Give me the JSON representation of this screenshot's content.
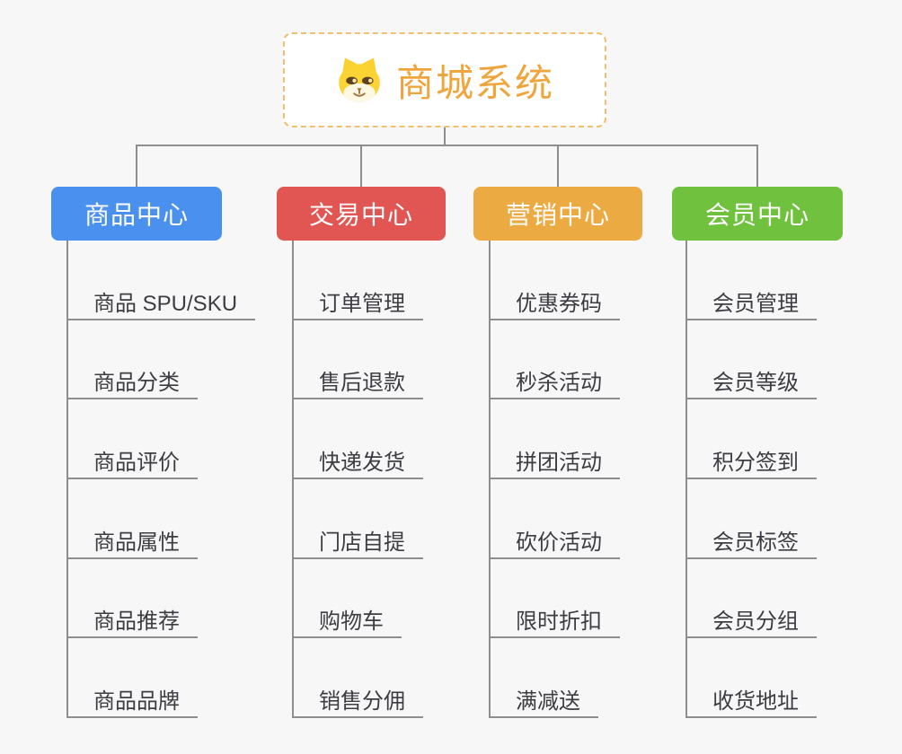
{
  "app": {
    "background_color": "#f7f7f7",
    "connector_color": "#8e8e8e"
  },
  "root": {
    "label": "商城系统",
    "icon": "dog-face-icon",
    "text_color": "#f0a53c",
    "border_color": "#f3bf6c",
    "background": "#ffffff"
  },
  "branches": [
    {
      "label": "商品中心",
      "color": "#4a90ee",
      "children": [
        "商品 SPU/SKU",
        "商品分类",
        "商品评价",
        "商品属性",
        "商品推荐",
        "商品品牌"
      ]
    },
    {
      "label": "交易中心",
      "color": "#e15653",
      "children": [
        "订单管理",
        "售后退款",
        "快递发货",
        "门店自提",
        "购物车",
        "销售分佣"
      ]
    },
    {
      "label": "营销中心",
      "color": "#ecab42",
      "children": [
        "优惠券码",
        "秒杀活动",
        "拼团活动",
        "砍价活动",
        "限时折扣",
        "满减送"
      ]
    },
    {
      "label": "会员中心",
      "color": "#6fc13e",
      "children": [
        "会员管理",
        "会员等级",
        "积分签到",
        "会员标签",
        "会员分组",
        "收货地址"
      ]
    }
  ]
}
